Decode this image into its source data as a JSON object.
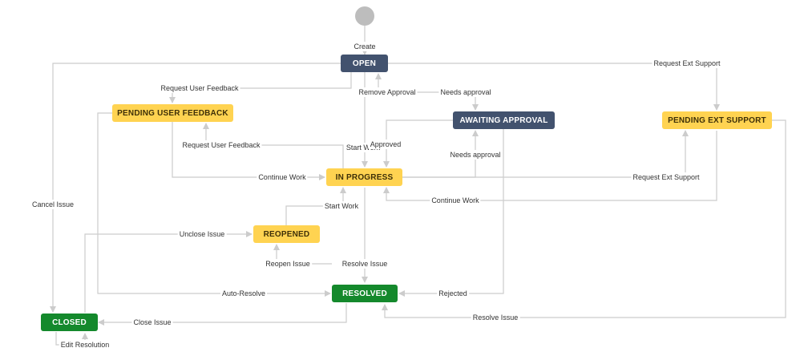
{
  "statuses": {
    "open": "OPEN",
    "pending_user_feedback": "PENDING USER FEEDBACK",
    "awaiting_approval": "AWAITING APPROVAL",
    "pending_ext_support": "PENDING EXT SUPPORT",
    "in_progress": "IN PROGRESS",
    "reopened": "REOPENED",
    "resolved": "RESOLVED",
    "closed": "CLOSED"
  },
  "transitions": {
    "create": "Create",
    "request_ext_support_top": "Request Ext Support",
    "request_user_feedback_top": "Request User Feedback",
    "remove_approval": "Remove Approval",
    "needs_approval_top": "Needs approval",
    "request_user_feedback_mid": "Request User Feedback",
    "start_work_top": "Start Work",
    "approved": "Approved",
    "needs_approval_mid": "Needs approval",
    "continue_work_left": "Continue Work",
    "request_ext_support_right": "Request Ext Support",
    "cancel_issue": "Cancel Issue",
    "continue_work_bottom": "Continue Work",
    "start_work_reopened": "Start Work",
    "unclose_issue": "Unclose Issue",
    "reopen_issue": "Reopen Issue",
    "resolve_issue_mid": "Resolve Issue",
    "auto_resolve": "Auto-Resolve",
    "rejected": "Rejected",
    "close_issue": "Close Issue",
    "resolve_issue_right": "Resolve Issue",
    "edit_resolution": "Edit Resolution"
  },
  "colors": {
    "todo": "#42526e",
    "in_progress": "#ffd351",
    "done": "#14892c",
    "line": "#cccccc",
    "start_node": "#bdbdbd"
  }
}
